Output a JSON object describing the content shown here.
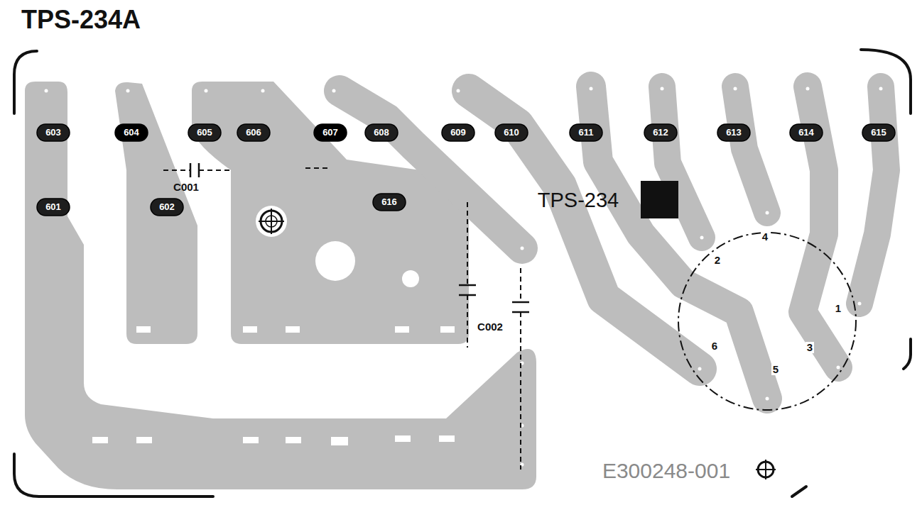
{
  "diagram": {
    "title": "TPS-234A",
    "nodes": [
      {
        "text": [
          "603"
        ]
      },
      {
        "text": [
          "604"
        ]
      },
      {
        "text": [
          "605"
        ]
      },
      {
        "text": [
          "606"
        ]
      },
      {
        "text": [
          "607"
        ]
      },
      {
        "text": [
          "608"
        ]
      },
      {
        "text": [
          "609"
        ]
      },
      {
        "text": [
          "610"
        ]
      },
      {
        "text": [
          "611"
        ]
      },
      {
        "text": [
          "612"
        ]
      },
      {
        "text": [
          "613"
        ]
      },
      {
        "text": [
          "614"
        ]
      },
      {
        "text": [
          "615"
        ]
      },
      {
        "text": [
          "601"
        ]
      },
      {
        "text": [
          "602"
        ]
      },
      {
        "text": [
          "616"
        ]
      }
    ],
    "labels": [
      "C001",
      "TPS-234",
      "4",
      "2",
      "C002",
      "1",
      "6",
      "5",
      "3",
      "E300248-001"
    ]
  }
}
